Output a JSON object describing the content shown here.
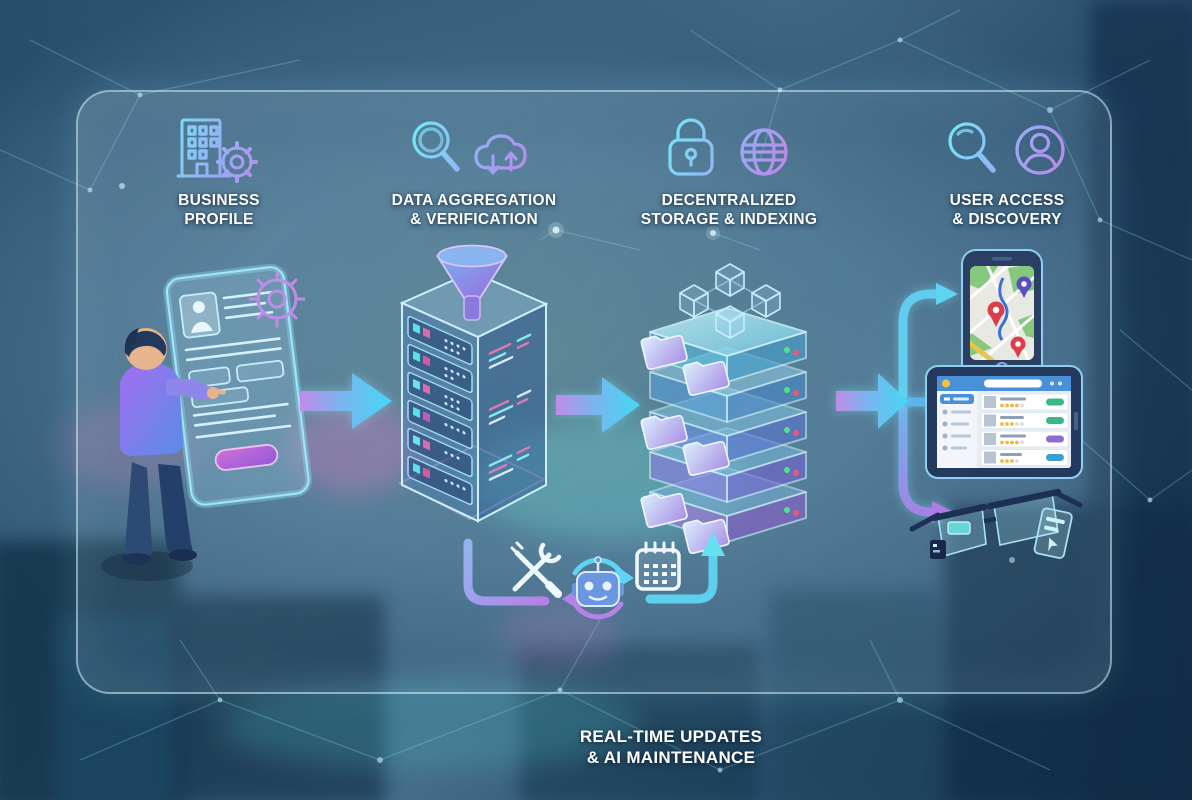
{
  "diagram": {
    "stages": [
      {
        "label_line1": "BUSINESS",
        "label_line2": "PROFILE",
        "icons": [
          "building-icon",
          "gear-icon"
        ]
      },
      {
        "label_line1": "DATA AGGREGATION",
        "label_line2": "& VERIFICATION",
        "icons": [
          "magnifier-icon",
          "cloud-sync-icon"
        ]
      },
      {
        "label_line1": "DECENTRALIZED",
        "label_line2": "STORAGE & INDEXING",
        "icons": [
          "padlock-icon",
          "globe-icon"
        ]
      },
      {
        "label_line1": "USER ACCESS",
        "label_line2": "& DISCOVERY",
        "icons": [
          "magnifier-icon",
          "user-circle-icon"
        ]
      }
    ],
    "feedback_loop": {
      "label_line1": "REAL-TIME UPDATES",
      "label_line2": "& AI MAINTENANCE",
      "icons": [
        "tools-icon",
        "ai-robot-sync-icon",
        "calendar-icon"
      ]
    },
    "illustrations": {
      "business_profile": "person-editing-profile-form",
      "data_aggregation": "server-rack-with-funnel",
      "decentralized_storage": "storage-stack-with-folders-and-cubes",
      "user_access_devices": [
        "smartphone-map",
        "tablet-directory-app",
        "smart-glasses"
      ]
    },
    "colors": {
      "accent_cyan": "#5fd8f0",
      "accent_purple": "#b07ce8",
      "accent_pink": "#d46ac8",
      "panel_border": "rgba(214,238,252,0.55)",
      "label_text": "#ffffff",
      "background_mid": "#4a7490",
      "background_dark": "#152e4a"
    }
  }
}
